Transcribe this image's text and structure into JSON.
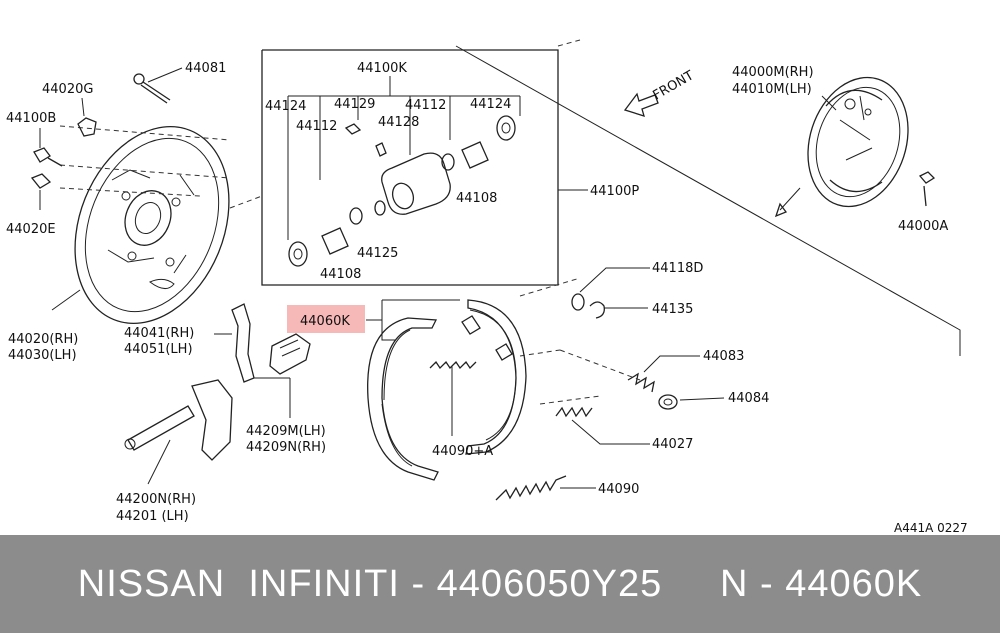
{
  "diagram": {
    "labels": {
      "p44081": "44081",
      "p44020g": "44020G",
      "p44100b": "44100B",
      "p44020e": "44020E",
      "p44020rh": "44020(RH)",
      "p44030lh": "44030(LH)",
      "p44100k": "44100K",
      "p44124a": "44124",
      "p44129": "44129",
      "p44112a": "44112",
      "p44124b": "44124",
      "p44112b": "44112",
      "p44128": "44128",
      "p44108a": "44108",
      "p44100p": "44100P",
      "p44125": "44125",
      "p44108b": "44108",
      "front": "FRONT",
      "p44000m": "44000M(RH)",
      "p44010m": "44010M(LH)",
      "p44000a": "44000A",
      "p44118d": "44118D",
      "p44135": "44135",
      "p44060k": "44060K",
      "p44041": "44041(RH)",
      "p44051": "44051(LH)",
      "p44083": "44083",
      "p44084": "44084",
      "p44209m": "44209M(LH)",
      "p44209n": "44209N(RH)",
      "p44090a": "44090+A",
      "p44027": "44027",
      "p44200n": "44200N(RH)",
      "p44201": "44201  (LH)",
      "p44090": "44090",
      "code": "A441A 0227"
    },
    "highlight_color": "#f4a0a0"
  },
  "footer": {
    "text": "NISSAN  INFINITI - 4406050Y25     N - 44060K",
    "background": "#8c8c8c"
  }
}
